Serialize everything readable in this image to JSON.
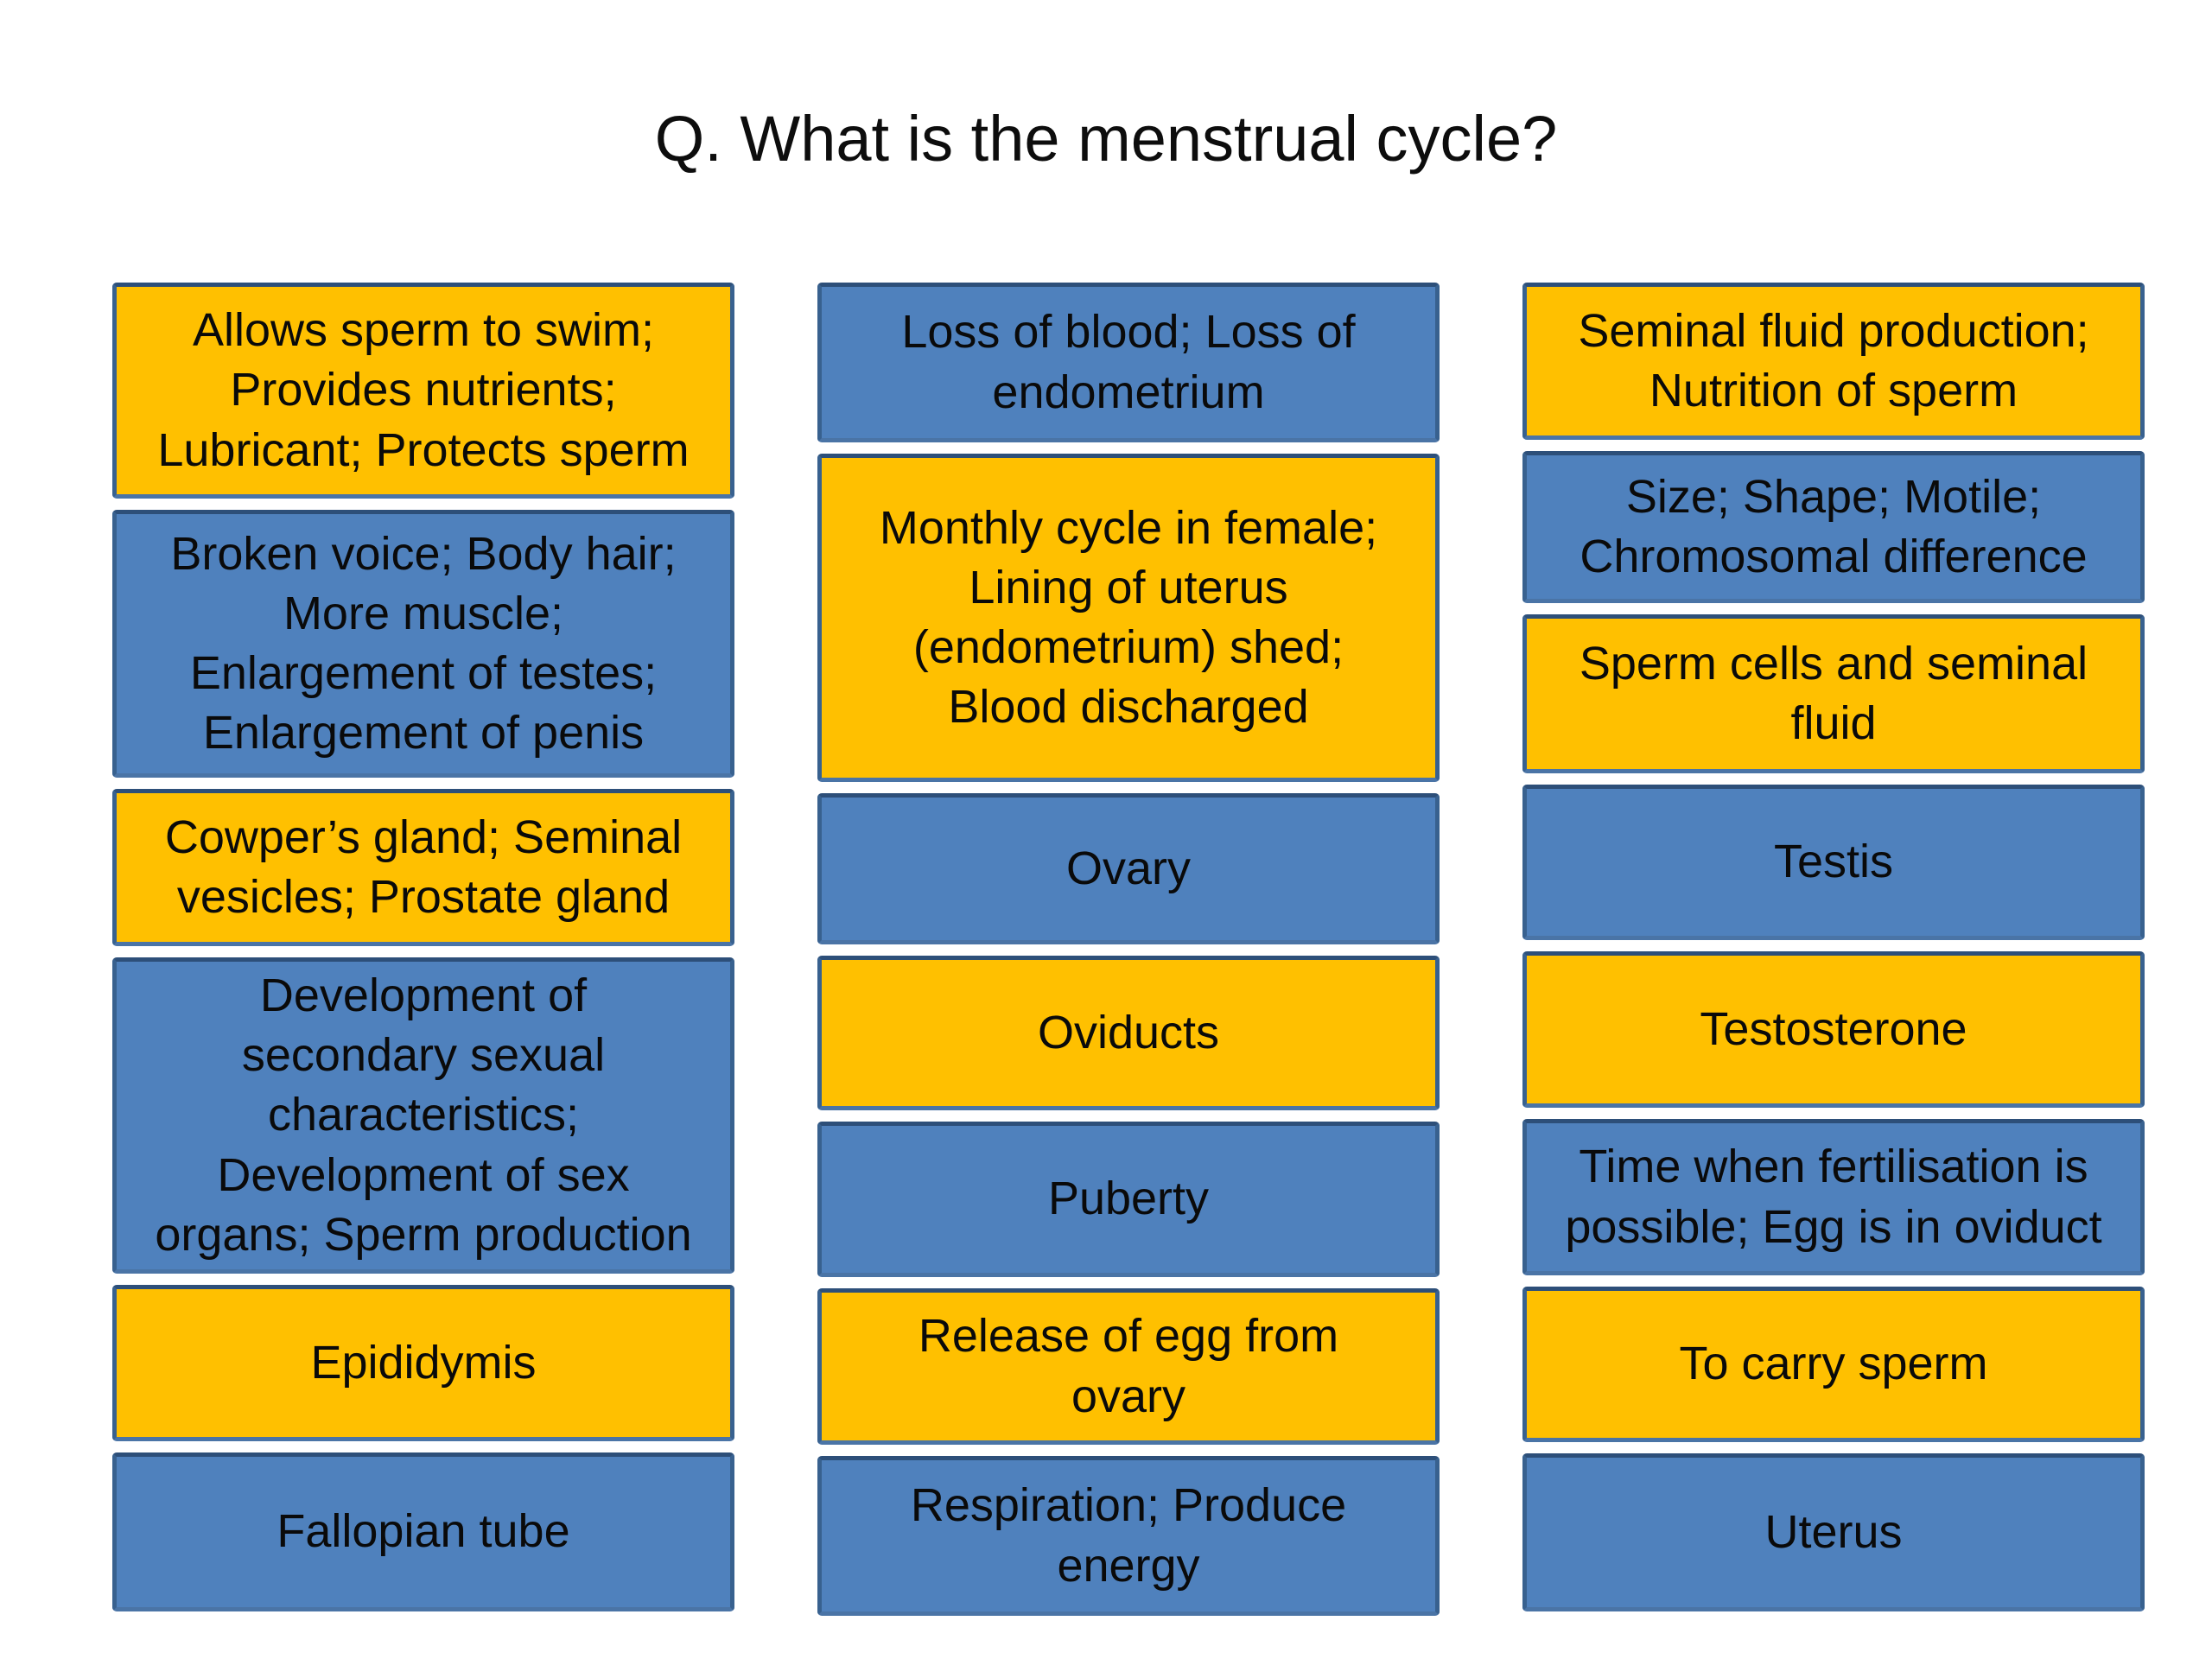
{
  "title": "Q. What is the menstrual cycle?",
  "colors": {
    "card_orange": "#FFC000",
    "card_blue": "#4F81BD",
    "card_border": "#38618F",
    "text": "#0A0A0A"
  },
  "columns": [
    {
      "boxes": [
        {
          "text": "Allows sperm to swim;\nProvides nutrients;\nLubricant; Protects sperm",
          "color": "orange"
        },
        {
          "text": "Broken voice; Body hair;\nMore muscle;\nEnlargement of testes;\nEnlargement of penis",
          "color": "blue"
        },
        {
          "text": "Cowper’s gland; Seminal\nvesicles; Prostate gland",
          "color": "orange"
        },
        {
          "text": "Development of\nsecondary sexual\ncharacteristics;\nDevelopment of sex\norgans; Sperm production",
          "color": "blue"
        },
        {
          "text": "Epididymis",
          "color": "orange"
        },
        {
          "text": "Fallopian tube",
          "color": "blue"
        }
      ]
    },
    {
      "boxes": [
        {
          "text": "Loss of blood; Loss of\nendometrium",
          "color": "blue"
        },
        {
          "text": "Monthly cycle in female;\nLining of uterus\n(endometrium) shed;\nBlood discharged",
          "color": "orange"
        },
        {
          "text": "Ovary",
          "color": "blue"
        },
        {
          "text": "Oviducts",
          "color": "orange"
        },
        {
          "text": "Puberty",
          "color": "blue"
        },
        {
          "text": "Release of egg from\novary",
          "color": "orange"
        },
        {
          "text": "Respiration; Produce\nenergy",
          "color": "blue"
        }
      ]
    },
    {
      "boxes": [
        {
          "text": "Seminal fluid production;\nNutrition of sperm",
          "color": "orange"
        },
        {
          "text": "Size; Shape; Motile;\nChromosomal difference",
          "color": "blue"
        },
        {
          "text": "Sperm cells and seminal\nfluid",
          "color": "orange"
        },
        {
          "text": "Testis",
          "color": "blue"
        },
        {
          "text": "Testosterone",
          "color": "orange"
        },
        {
          "text": "Time when fertilisation is\npossible; Egg is in oviduct",
          "color": "blue"
        },
        {
          "text": "To carry sperm",
          "color": "orange"
        },
        {
          "text": "Uterus",
          "color": "blue"
        }
      ]
    }
  ]
}
